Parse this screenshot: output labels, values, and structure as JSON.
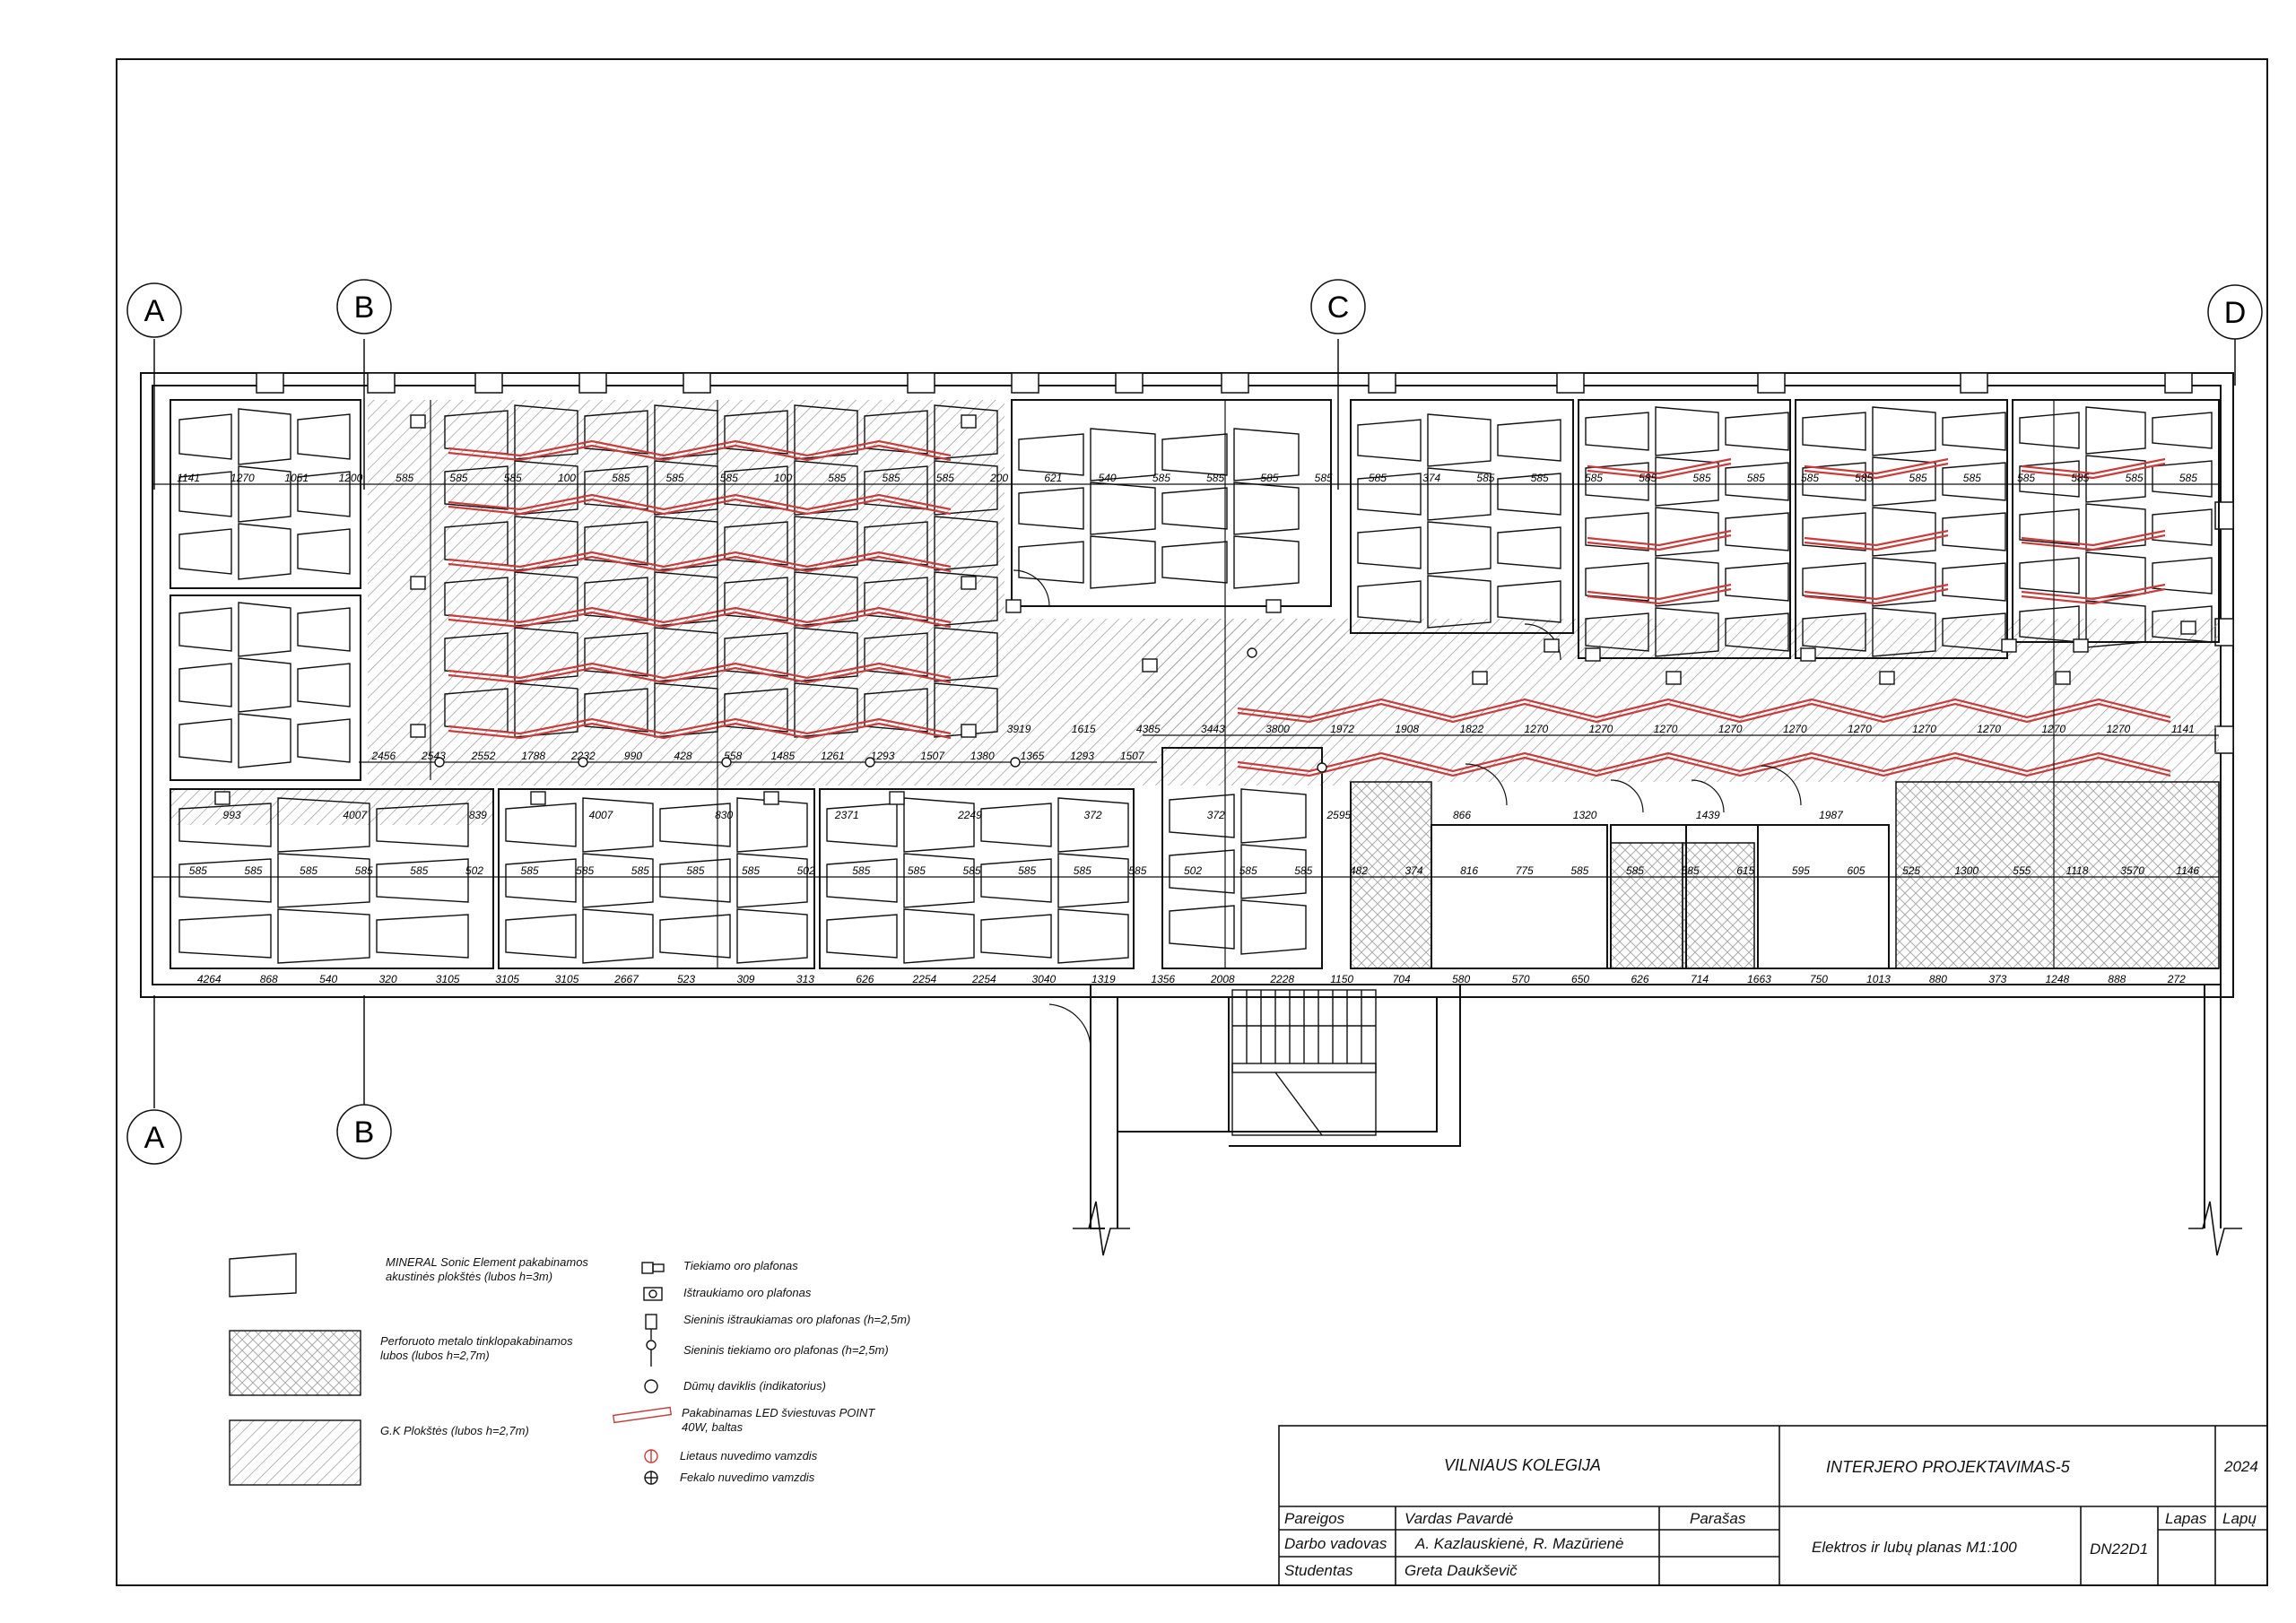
{
  "axes": {
    "top": [
      "A",
      "B",
      "C",
      "D"
    ],
    "bottom": [
      "A",
      "B"
    ]
  },
  "dimensions": {
    "row_top": [
      "1141",
      "1270",
      "1051",
      "1200",
      "585",
      "585",
      "585",
      "100",
      "585",
      "585",
      "585",
      "100",
      "585",
      "585",
      "585",
      "200",
      "621",
      "540",
      "585",
      "585",
      "585",
      "585",
      "585",
      "374",
      "585",
      "585",
      "585",
      "585",
      "585",
      "585",
      "585",
      "585",
      "585",
      "585",
      "585",
      "585",
      "585",
      "585"
    ],
    "corridor": [
      "3919",
      "1615",
      "4385",
      "3443",
      "3800",
      "1972",
      "1908",
      "1822",
      "1270",
      "1270",
      "1270",
      "1270",
      "1270",
      "1270",
      "1270",
      "1270",
      "1270",
      "1270",
      "1141"
    ],
    "row_mid": [
      "2456",
      "2543",
      "2552",
      "1788",
      "2232",
      "990",
      "428",
      "558",
      "1485",
      "1261",
      "1293",
      "1507",
      "1380",
      "1365",
      "1293",
      "1507"
    ],
    "row_low": [
      "993",
      "4007",
      "839",
      "4007",
      "830",
      "2371",
      "2249",
      "372",
      "372",
      "2595",
      "866",
      "1320",
      "1439",
      "1987"
    ],
    "row_bottom": [
      "585",
      "585",
      "585",
      "585",
      "585",
      "502",
      "585",
      "585",
      "585",
      "585",
      "585",
      "502",
      "585",
      "585",
      "585",
      "585",
      "585",
      "585",
      "502",
      "585",
      "585",
      "482",
      "374",
      "816",
      "775",
      "585",
      "585",
      "585",
      "615",
      "595",
      "605",
      "525",
      "1300",
      "555",
      "1118",
      "3570",
      "1146"
    ],
    "misc": [
      "4264",
      "868",
      "540",
      "320",
      "3105",
      "3105",
      "3105",
      "2667",
      "523",
      "309",
      "313",
      "626",
      "2254",
      "2254",
      "3040",
      "1319",
      "1356",
      "2008",
      "2228",
      "1150",
      "704",
      "580",
      "570",
      "650",
      "626",
      "714",
      "1663",
      "750",
      "1013",
      "880",
      "373",
      "1248",
      "888",
      "272"
    ]
  },
  "legend": {
    "mineral": "MINERAL Sonic Element pakabinamos akustinės plokštės (lubos h=3m)",
    "perforuoto": "Perforuoto metalo tinklopakabinamos lubos (lubos h=2,7m)",
    "gk": "G.K Plokštės (lubos h=2,7m)",
    "tiekiamo": "Tiekiamo oro plafonas",
    "istraukiamo": "Ištraukiamo oro plafonas",
    "sieninis_istr": "Sieninis ištraukiamas oro plafonas (h=2,5m)",
    "sieninis_tiek": "Sieninis tiekiamo oro plafonas (h=2,5m)",
    "dumu": "Dūmų daviklis (indikatorius)",
    "led_line1": "Pakabinamas LED šviestuvas POINT",
    "led_line2": "40W, baltas",
    "lietaus": "Lietaus nuvedimo vamzdis",
    "fekalo": "Fekalo nuvedimo vamzdis"
  },
  "title_block": {
    "school": "VILNIAUS KOLEGIJA",
    "project": "INTERJERO PROJEKTAVIMAS-5",
    "year": "2024",
    "row_labels": [
      "Pareigos",
      "Darbo vadovas",
      "Studentas"
    ],
    "names": [
      "Vardas Pavardė",
      "A. Kazlauskienė, R. Mazūrienė",
      "Greta Daukševič"
    ],
    "signature_label": "Parašas",
    "drawing_title": "Elektros ir lubų planas M1:100",
    "code": "DN22D1",
    "lapas": "Lapas",
    "lapu": "Lapų"
  },
  "colors": {
    "line": "#111111",
    "led": "#c83c3c",
    "hatch": "#888888"
  }
}
